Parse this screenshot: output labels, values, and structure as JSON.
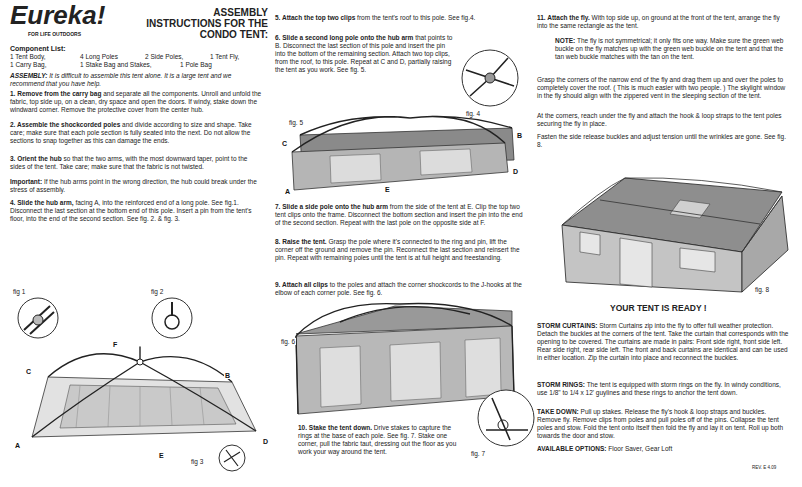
{
  "diagram": {
    "title": "ASSEMBLY INSTRUCTIONS FOR THE CONDO TENT:",
    "labels": [
      "Eureka!",
      "FOR LIFE OUTDOORS",
      "Component List:",
      "1 Tent Body,",
      "4 Long Poles",
      "2 Side Poles,",
      "1 Tent Fly,",
      "1 Carry Bag,",
      "1 Stake Bag and Stakes,",
      "1 Pole Bag",
      "ASSEMBLY:",
      "It is difficult to assemble this tent alone. It is a large tent and we recommend that you have help.",
      "1. Remove from the carry bag",
      "and separate all the components. Unroll and unfold the fabric, top side up, on a clean, dry space and open the doors. If windy, stake down the windward corner. Remove the protective cover from the center hub.",
      "2. Assemble the shockcorded poles",
      "and divide according to size and shape. Take care; make sure that each pole section is fully seated into the next. Do not allow the sections to snap together as this can damage the ends.",
      "3. Orient the hub",
      "so that the two arms, with the most downward taper, point to the sides of the tent. Take care; make sure that the fabric is not twisted.",
      "Important:",
      "If the hub arms point in the wrong direction, the hub could break under the stress of assembly.",
      "4. Slide the hub arm,",
      "facing A, into the reinforced end of a long pole. See fig.1. Disconnect the last section at the bottom end of this pole. Insert a pin from the tent's floor, into the end of the second section. See fig. 2. & fig. 3.",
      "fig 1",
      "fig 2",
      "F",
      "C",
      "B",
      "A",
      "E",
      "fig 3",
      "D",
      "5. Attach the top two clips",
      "from the tent's roof to this pole. See fig.4.",
      "6. Slide a second long pole onto the hub arm",
      "that points to B. Disconnect the last section of this pole and insert the pin into the bottom of the remaining section. Attach two top clips, from the roof, to this pole. Repeat at C and D, partially raising the tent as you work. See fig. 5.",
      "fig. 4",
      "fig. 5",
      "C",
      "B",
      "D",
      "A",
      "E",
      "7. Slide a side pole onto the hub arm",
      "from the side of the tent at E. Clip the top two tent clips onto the frame. Disconnect the bottom section and insert the pin into the end of the second section. Repeat with the last pole on the opposite side at F.",
      "8. Raise the tent.",
      "Grasp the pole where it's connected to the ring and pin, lift the corner off the ground and remove the pin. Reconnect the last section and reinsert the pin. Repeat with remaining poles until the tent is at full height and freestanding.",
      "9. Attach all clips",
      "to the poles and attach the corner shockcords to the J-hooks at the elbow of each corner pole. See fig. 6.",
      "fig. 6",
      "10. Stake the tent down.",
      "Drive stakes to capture the rings at the base of each pole. See fig. 7. Stake one corner, pull the fabric taut, dressing out the floor as you work your way around the tent.",
      "fig. 7",
      "11. Attach the fly.",
      "With top side up, on ground at the front of the tent, arrange the fly into the same rectangle as the tent.",
      "NOTE:",
      "The fly is not symmetrical; it only fits one way. Make sure the green web buckle on the fly matches up with the green web buckle on the tent and that the tan web buckle matches with the tan on the tent.",
      "Grasp the corners of the narrow end of the fly and drag them up and over the poles to completely cover the roof. ( This is much easier with two people. ) The skylight window in the fly should align with the zippered vent in the sleeping section of the tent.",
      "At the corners, reach under the fly and attach the hook & loop straps to the tent poles securing the fly in place.",
      "Fasten the side release buckles and adjust tension until the wrinkles are gone. See fig. 8.",
      "fig. 8",
      "YOUR TENT IS READY !",
      "STORM CURTAINS:",
      "Storm Curtains zip into the fly to offer full weather protection. Detach the buckles at the corners of the tent. Take the curtain that corresponds with the opening to be covered. The curtains are made in pairs: Front side right, front side left. Rear side right, rear side left. The front and back curtains are identical and can be used in either location. Zip the curtain into place and reconnect the buckles.",
      "STORM RINGS:",
      "The tent is equipped with storm rings on the fly. In windy conditions, use 1/8\" to 1/4 x 12' guylines and these rings to anchor the tent down.",
      "TAKE DOWN:",
      "Pull up stakes. Release the fly's hook & loop straps and buckles. Remove fly. Remove clips from poles and pull poles off of the pins. Collapse the tent poles and stow. Fold the tent onto itself then fold the fly and lay it on tent. Roll up both towards the door and stow.",
      "AVAILABLE OPTIONS:",
      "Floor Saver, Gear Loft",
      "REV. E 4.09"
    ]
  }
}
